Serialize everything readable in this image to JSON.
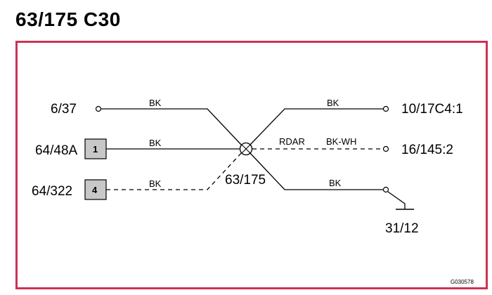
{
  "title": "63/175 C30",
  "accent_color": "#cc3355",
  "nodes": {
    "left_top": "6/37",
    "left_mid": "64/48A",
    "left_bot": "64/322",
    "right_top": "10/17C4:1",
    "right_mid": "16/145:2",
    "ground": "31/12",
    "splice": "63/175"
  },
  "connectors": {
    "mid_pin": "1",
    "bot_pin": "4"
  },
  "wires": {
    "left_top": "BK",
    "left_mid": "BK",
    "left_bot": "BK",
    "right_top": "BK",
    "right_mid_a": "RDAR",
    "right_mid_b": "BK-WH",
    "right_bot": "BK"
  },
  "figure_id": "G030578"
}
